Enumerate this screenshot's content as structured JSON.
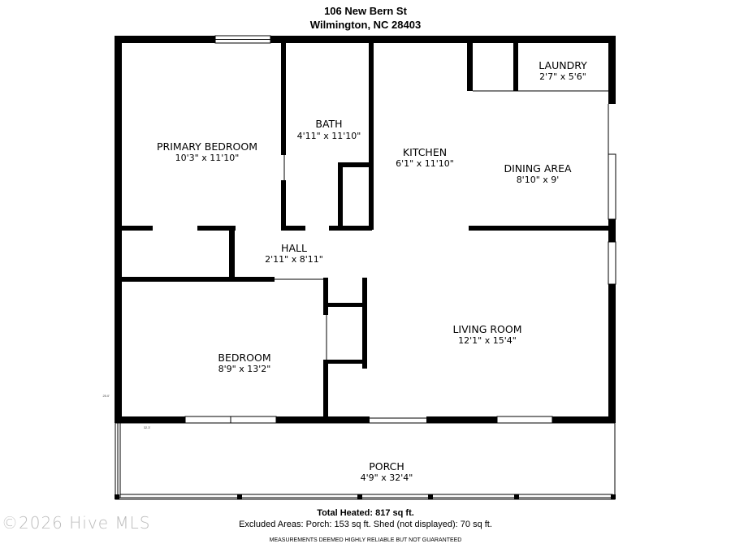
{
  "header": {
    "address_line1": "106 New Bern St",
    "address_line2": "Wilmington, NC 28403"
  },
  "rooms": [
    {
      "name": "PRIMARY BEDROOM",
      "dims": "10'3\" x 11'10\""
    },
    {
      "name": "BATH",
      "dims": "4'11\" x 11'10\""
    },
    {
      "name": "KITCHEN",
      "dims": "6'1\" x 11'10\""
    },
    {
      "name": "LAUNDRY",
      "dims": "2'7\" x 5'6\""
    },
    {
      "name": "DINING AREA",
      "dims": "8'10\" x 9'"
    },
    {
      "name": "HALL",
      "dims": "2'11\" x 8'11\""
    },
    {
      "name": "LIVING ROOM",
      "dims": "12'1\" x 15'4\""
    },
    {
      "name": "BEDROOM",
      "dims": "8'9\" x 13'2\""
    },
    {
      "name": "PORCH",
      "dims": "4'9\" x 32'4\""
    }
  ],
  "dimension_marks": {
    "side": "25.0'",
    "bottom": "32.3'"
  },
  "footer": {
    "total": "Total Heated: 817 sq ft.",
    "excluded": "Excluded Areas: Porch: 153 sq ft. Shed (not displayed): 70 sq ft.",
    "disclaimer": "MEASUREMENTS DEEMED HIGHLY RELIABLE BUT NOT GUARANTEED"
  },
  "watermark": "©2026 Hive MLS",
  "colors": {
    "wall": "#000000",
    "background": "#ffffff",
    "watermark": "#bbbbbb"
  }
}
